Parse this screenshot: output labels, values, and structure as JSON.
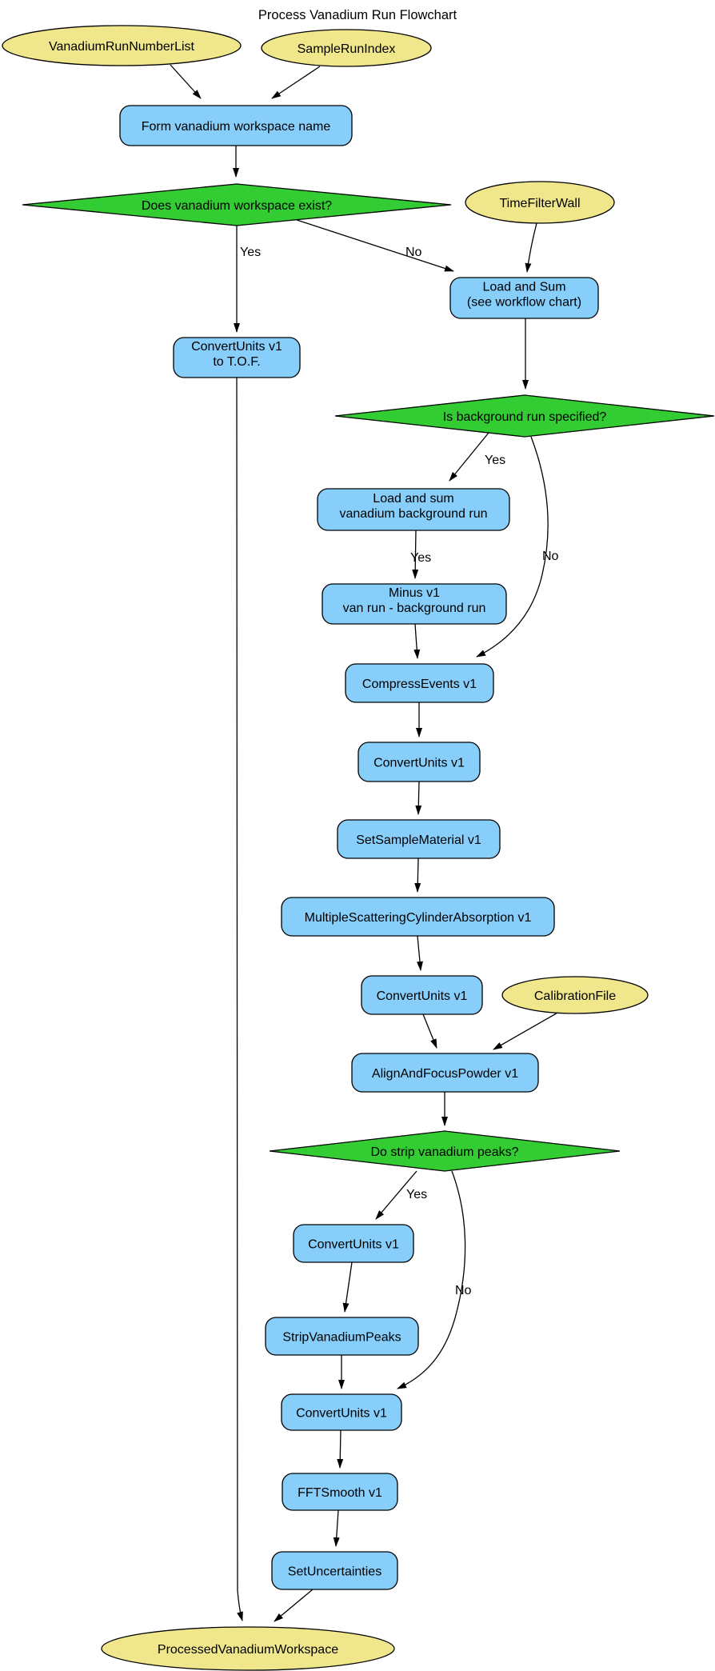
{
  "title": "Process Vanadium Run Flowchart",
  "colors": {
    "process_fill": "#87CEFA",
    "decision_fill": "#33CC33",
    "data_fill": "#F0E68C",
    "border": "#000000",
    "edge": "#000000",
    "label_text": "#000000",
    "background": "#FFFFFF"
  },
  "nodes": [
    {
      "id": "vanadium-run-number-list",
      "type": "data",
      "lines": [
        "VanadiumRunNumberList"
      ]
    },
    {
      "id": "sample-run-index",
      "type": "data",
      "lines": [
        "SampleRunIndex"
      ]
    },
    {
      "id": "form-vanadium-workspace-name",
      "type": "process",
      "lines": [
        "Form vanadium workspace name"
      ]
    },
    {
      "id": "does-vanadium-workspace-exist",
      "type": "decision",
      "lines": [
        "Does vanadium workspace exist?"
      ]
    },
    {
      "id": "time-filter-wall",
      "type": "data",
      "lines": [
        "TimeFilterWall"
      ]
    },
    {
      "id": "convert-units-tof",
      "type": "process",
      "lines": [
        "ConvertUnits v1",
        "to T.O.F."
      ]
    },
    {
      "id": "load-and-sum",
      "type": "process",
      "lines": [
        "Load and Sum",
        "(see workflow chart)"
      ]
    },
    {
      "id": "is-background-run-specified",
      "type": "decision",
      "lines": [
        "Is background run specified?"
      ]
    },
    {
      "id": "load-and-sum-vanadium-background-run",
      "type": "process",
      "lines": [
        "Load and sum",
        "vanadium background run"
      ]
    },
    {
      "id": "minus-van-run-background-run",
      "type": "process",
      "lines": [
        "Minus v1",
        "van run - background run"
      ]
    },
    {
      "id": "compress-events",
      "type": "process",
      "lines": [
        "CompressEvents v1"
      ]
    },
    {
      "id": "convert-units-1",
      "type": "process",
      "lines": [
        "ConvertUnits v1"
      ]
    },
    {
      "id": "set-sample-material",
      "type": "process",
      "lines": [
        "SetSampleMaterial v1"
      ]
    },
    {
      "id": "multiple-scattering-cylinder-absorption",
      "type": "process",
      "lines": [
        "MultipleScatteringCylinderAbsorption v1"
      ]
    },
    {
      "id": "convert-units-2",
      "type": "process",
      "lines": [
        "ConvertUnits v1"
      ]
    },
    {
      "id": "calibration-file",
      "type": "data",
      "lines": [
        "CalibrationFile"
      ]
    },
    {
      "id": "align-and-focus-powder",
      "type": "process",
      "lines": [
        "AlignAndFocusPowder v1"
      ]
    },
    {
      "id": "do-strip-vanadium-peaks",
      "type": "decision",
      "lines": [
        "Do strip vanadium peaks?"
      ]
    },
    {
      "id": "convert-units-3",
      "type": "process",
      "lines": [
        "ConvertUnits v1"
      ]
    },
    {
      "id": "strip-vanadium-peaks",
      "type": "process",
      "lines": [
        "StripVanadiumPeaks"
      ]
    },
    {
      "id": "convert-units-4",
      "type": "process",
      "lines": [
        "ConvertUnits v1"
      ]
    },
    {
      "id": "fft-smooth",
      "type": "process",
      "lines": [
        "FFTSmooth v1"
      ]
    },
    {
      "id": "set-uncertainties",
      "type": "process",
      "lines": [
        "SetUncertainties"
      ]
    },
    {
      "id": "processed-vanadium-workspace",
      "type": "data",
      "lines": [
        "ProcessedVanadiumWorkspace"
      ]
    }
  ],
  "edges": [
    {
      "from": "vanadium-run-number-list",
      "to": "form-vanadium-workspace-name",
      "label": ""
    },
    {
      "from": "sample-run-index",
      "to": "form-vanadium-workspace-name",
      "label": ""
    },
    {
      "from": "form-vanadium-workspace-name",
      "to": "does-vanadium-workspace-exist",
      "label": ""
    },
    {
      "from": "does-vanadium-workspace-exist",
      "to": "convert-units-tof",
      "label": "Yes"
    },
    {
      "from": "does-vanadium-workspace-exist",
      "to": "load-and-sum",
      "label": "No"
    },
    {
      "from": "time-filter-wall",
      "to": "load-and-sum",
      "label": ""
    },
    {
      "from": "convert-units-tof",
      "to": "processed-vanadium-workspace",
      "label": ""
    },
    {
      "from": "load-and-sum",
      "to": "is-background-run-specified",
      "label": ""
    },
    {
      "from": "is-background-run-specified",
      "to": "load-and-sum-vanadium-background-run",
      "label": "Yes"
    },
    {
      "from": "is-background-run-specified",
      "to": "compress-events",
      "label": "No"
    },
    {
      "from": "load-and-sum-vanadium-background-run",
      "to": "minus-van-run-background-run",
      "label": "Yes"
    },
    {
      "from": "minus-van-run-background-run",
      "to": "compress-events",
      "label": ""
    },
    {
      "from": "compress-events",
      "to": "convert-units-1",
      "label": ""
    },
    {
      "from": "convert-units-1",
      "to": "set-sample-material",
      "label": ""
    },
    {
      "from": "set-sample-material",
      "to": "multiple-scattering-cylinder-absorption",
      "label": ""
    },
    {
      "from": "multiple-scattering-cylinder-absorption",
      "to": "convert-units-2",
      "label": ""
    },
    {
      "from": "convert-units-2",
      "to": "align-and-focus-powder",
      "label": ""
    },
    {
      "from": "calibration-file",
      "to": "align-and-focus-powder",
      "label": ""
    },
    {
      "from": "align-and-focus-powder",
      "to": "do-strip-vanadium-peaks",
      "label": ""
    },
    {
      "from": "do-strip-vanadium-peaks",
      "to": "convert-units-3",
      "label": "Yes"
    },
    {
      "from": "do-strip-vanadium-peaks",
      "to": "convert-units-4",
      "label": "No"
    },
    {
      "from": "convert-units-3",
      "to": "strip-vanadium-peaks",
      "label": ""
    },
    {
      "from": "strip-vanadium-peaks",
      "to": "convert-units-4",
      "label": ""
    },
    {
      "from": "convert-units-4",
      "to": "fft-smooth",
      "label": ""
    },
    {
      "from": "fft-smooth",
      "to": "set-uncertainties",
      "label": ""
    },
    {
      "from": "set-uncertainties",
      "to": "processed-vanadium-workspace",
      "label": ""
    }
  ]
}
